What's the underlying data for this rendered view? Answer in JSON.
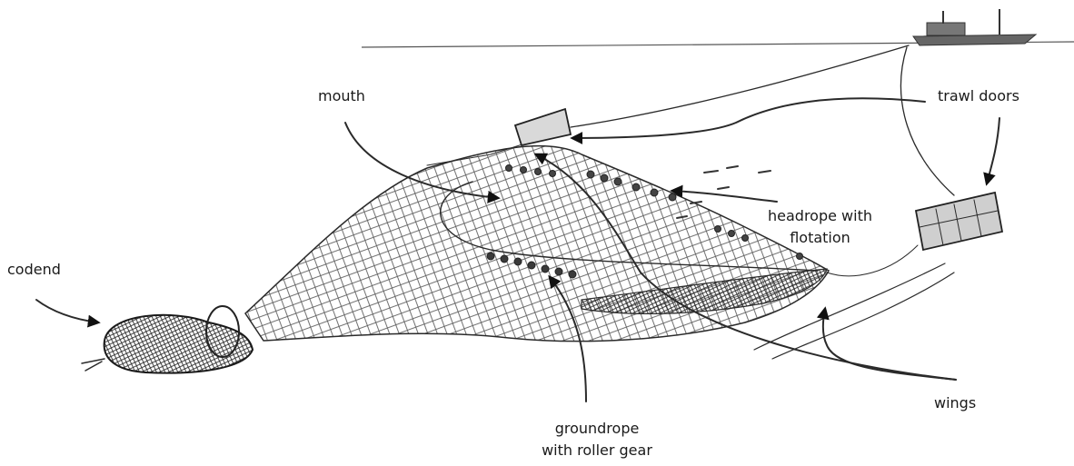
{
  "labels": {
    "mouth": "mouth",
    "trawl_doors": "trawl doors",
    "headrope_line1": "headrope with",
    "headrope_line2": "flotation",
    "codend": "codend",
    "groundrope_line1": "groundrope",
    "groundrope_line2": "with roller gear",
    "wings": "wings"
  },
  "colors": {
    "ink": "#2a2a2a",
    "background": "#ffffff"
  }
}
